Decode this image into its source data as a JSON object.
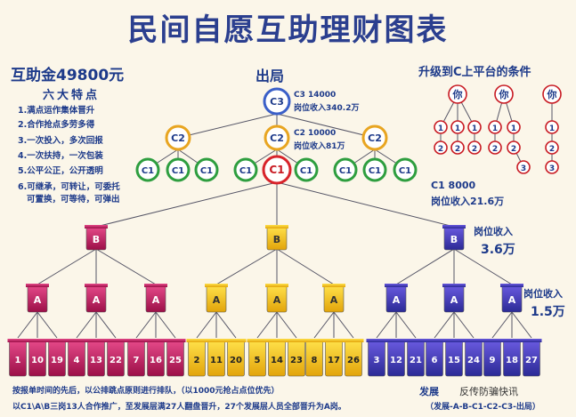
{
  "title": "民间自愿互助理财图表",
  "fund": "互助金49800元",
  "features_heading": "六大特点",
  "features": [
    "1.满点运作集体晋升",
    "2.合作抢点多劳多得",
    "3.一次投入，多次回报",
    "4.一次扶持，一次包装",
    "5.公平公正，公开透明",
    "6.可继承，可转让，可委托",
    "可置换，可等待，可弹出"
  ],
  "chuju": "出局",
  "c3": {
    "label": "C3",
    "info1": "C3 14000",
    "info2": "岗位收入340.2万"
  },
  "c2": {
    "label": "C2",
    "info1": "C2 10000",
    "info2": "岗位收入81万"
  },
  "c1": {
    "label": "C1",
    "info1": "C1 8000",
    "info2": "岗位收入21.6万"
  },
  "upgrade": {
    "title": "升级到C上平台的条件",
    "you": "你",
    "one": "1",
    "two": "2",
    "three": "3"
  },
  "b_income": {
    "label": "岗位收入",
    "value": "3.6万"
  },
  "a_income": {
    "label": "岗位收入",
    "value": "1.5万"
  },
  "b_label": "B",
  "a_label": "A",
  "leaf_groups": [
    [
      "1",
      "10",
      "19"
    ],
    [
      "4",
      "13",
      "22"
    ],
    [
      "7",
      "16",
      "25"
    ],
    [
      "2",
      "11",
      "20"
    ],
    [
      "5",
      "14",
      "23"
    ],
    [
      "8",
      "17",
      "26"
    ],
    [
      "3",
      "12",
      "21"
    ],
    [
      "6",
      "15",
      "24"
    ],
    [
      "9",
      "18",
      "27"
    ]
  ],
  "footer1": "按报单时间的先后，以公排跳点原则进行排队，（以1000元抢占点位优先）",
  "footer2": "以C1\\A\\B三岗13人合作推广，至发展层满27人翻盘晋升，27个发展层人员全部晋升为A岗。",
  "footer3_a": "发展",
  "footer3_b": "（发展-A-B-C1-C2-C3-出局）",
  "watermark": "反传防骗快讯",
  "colors": {
    "b": "#c0175d",
    "a_left": "#c0175d",
    "a_mid": "#e8b70f",
    "a_right": "#4a3bb0",
    "leaf_left": "#c0175d",
    "leaf_mid": "#f2c21a",
    "leaf_right": "#3a38b8"
  }
}
